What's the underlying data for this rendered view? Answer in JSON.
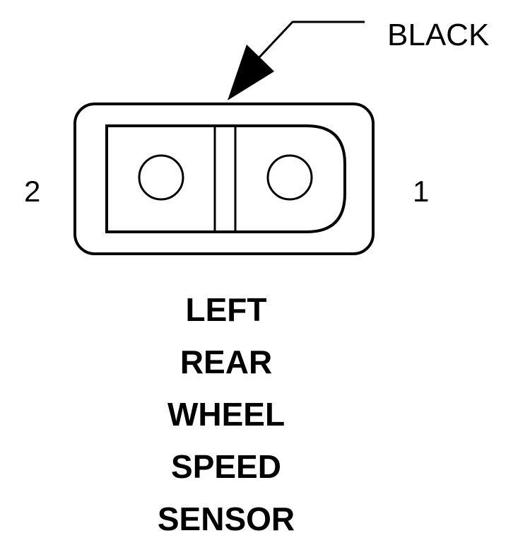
{
  "connector": {
    "color_label": "BLACK",
    "pins": [
      {
        "label": "2"
      },
      {
        "label": "1"
      }
    ]
  },
  "title_lines": [
    "LEFT",
    "REAR",
    "WHEEL",
    "SPEED",
    "SENSOR"
  ],
  "colors": {
    "line": "#000000",
    "background": "#ffffff"
  }
}
